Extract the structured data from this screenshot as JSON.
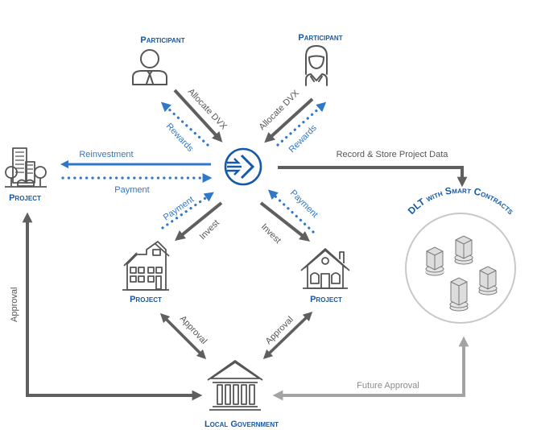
{
  "colors": {
    "title_blue": "#1559a8",
    "flow_blue": "#2f77c9",
    "arrow_gray": "#5f5f5f",
    "arrow_lightgray": "#a3a3a3",
    "icon_gray": "#555555",
    "circle_border": "#c8c8c8"
  },
  "nodes": {
    "participant_left": {
      "label": "Participant",
      "icon": "businessman-icon"
    },
    "participant_right": {
      "label": "Participant",
      "icon": "businesswoman-icon"
    },
    "project_city": {
      "label": "Project",
      "icon": "city-buildings-icon"
    },
    "project_house_left": {
      "label": "Project",
      "icon": "townhouse-icon"
    },
    "project_house_right": {
      "label": "Project",
      "icon": "house-icon"
    },
    "hub": {
      "label": "",
      "icon": "platform-logo-icon"
    },
    "dlt": {
      "label": "DLT with Smart Contracts",
      "icon": "server-nodes-icon"
    },
    "government": {
      "label": "Local Government",
      "icon": "government-building-icon"
    }
  },
  "flows": {
    "allocate_left": "Allocate DVX",
    "rewards_left": "Rewards",
    "allocate_right": "Allocate DVX",
    "rewards_right": "Rewards",
    "reinvestment": "Reinvestment",
    "payment_city": "Payment",
    "record_store": "Record & Store Project Data",
    "payment_left": "Payment",
    "invest_left": "Invest",
    "payment_right": "Payment",
    "invest_right": "Invest",
    "approval_left": "Approval",
    "approval_right": "Approval",
    "approval_city": "Approval",
    "future_approval": "Future Approval"
  }
}
